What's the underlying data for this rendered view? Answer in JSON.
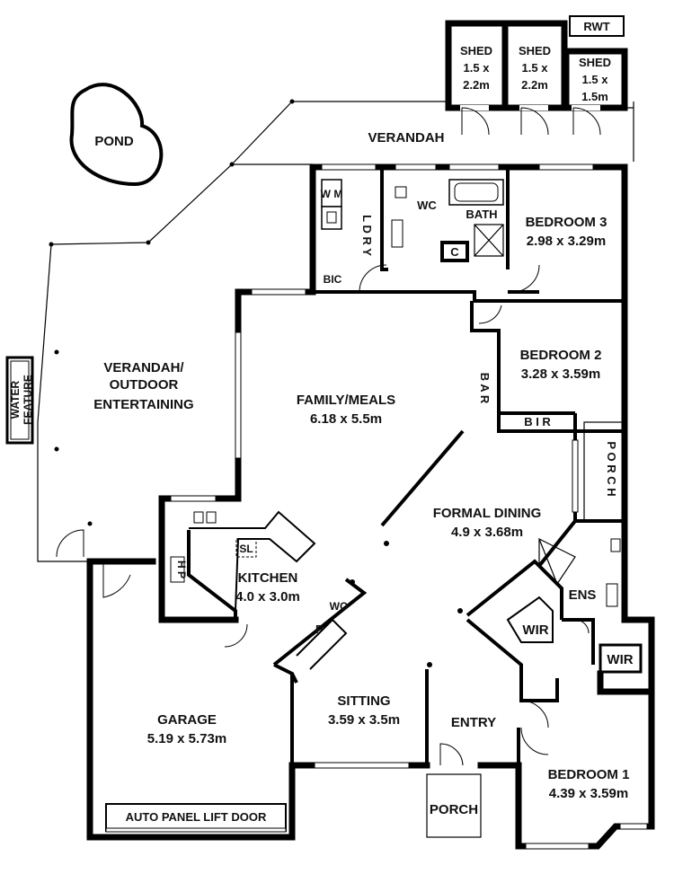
{
  "plan": {
    "pond": "POND",
    "verandah_top": "VERANDAH",
    "verandah_outdoor": [
      "VERANDAH/",
      "OUTDOOR",
      "ENTERTAINING"
    ],
    "water_feature": [
      "WATER",
      "FEATURE"
    ],
    "rwt": "RWT",
    "sheds": [
      {
        "name": "SHED",
        "w": "1.5 x",
        "h": "2.2m"
      },
      {
        "name": "SHED",
        "w": "1.5 x",
        "h": "2.2m"
      },
      {
        "name": "SHED",
        "w": "1.5 x",
        "h": "1.5m"
      }
    ],
    "wm": "W M",
    "ldry": "L D R Y",
    "bic": "BIC",
    "wc": "WC",
    "bath": "BATH",
    "c": "C",
    "bedroom3": {
      "name": "BEDROOM 3",
      "size": "2.98 x 3.29m"
    },
    "bedroom2": {
      "name": "BEDROOM 2",
      "size": "3.28 x 3.59m"
    },
    "family": {
      "name": "FAMILY/MEALS",
      "size": "6.18 x 5.5m"
    },
    "bar": "B A R",
    "bir": "B I R",
    "porch_side": "P O R C H",
    "formal_dining": {
      "name": "FORMAL DINING",
      "size": "4.9 x 3.68m"
    },
    "kitchen": {
      "name": "KITCHEN",
      "size": "4.0 x 3.0m"
    },
    "sl": "SL",
    "hp": "H P",
    "wo": "WO",
    "f": "F",
    "ens": "ENS",
    "wir1": "WIR",
    "wir2": "WIR",
    "garage": {
      "name": "GARAGE",
      "size": "5.19 x 5.73m"
    },
    "sitting": {
      "name": "SITTING",
      "size": "3.59 x 3.5m"
    },
    "entry": "ENTRY",
    "bedroom1": {
      "name": "BEDROOM 1",
      "size": "4.39 x 3.59m"
    },
    "porch_front": "PORCH",
    "garage_door": "AUTO PANEL LIFT DOOR"
  }
}
